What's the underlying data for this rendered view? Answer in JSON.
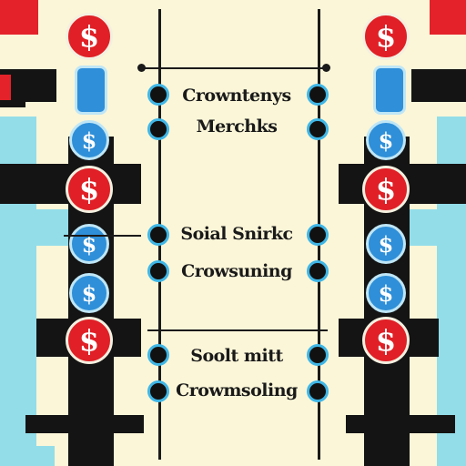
{
  "center_labels": [
    {
      "text": "Crowntenys"
    },
    {
      "text": "Merchks"
    },
    {
      "text": "Soial Snirkc"
    },
    {
      "text": "Crowsuning"
    },
    {
      "text": "Soolt mitt"
    },
    {
      "text": "Crowmsoling"
    }
  ],
  "coin_symbol": "$",
  "colors": {
    "background": "#fbf6d8",
    "red": "#e01f26",
    "blue": "#2f8fd8",
    "cyan": "#93dde9",
    "black": "#141414"
  }
}
